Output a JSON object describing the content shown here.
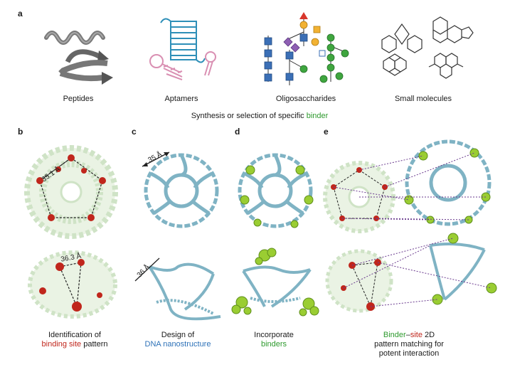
{
  "panels": {
    "a": {
      "letter": "a",
      "items": [
        "Peptides",
        "Aptamers",
        "Oligosaccharides",
        "Small molecules"
      ],
      "caption_prefix": "Synthesis or selection of specific ",
      "caption_highlight": "binder"
    },
    "b": {
      "letter": "b",
      "measure_top": "35.1 Å",
      "measure_bottom": "36.3 Å",
      "caption_line1": "Identification of",
      "caption_line2_highlight": "binding site",
      "caption_line2_rest": " pattern"
    },
    "c": {
      "letter": "c",
      "measure_top": "35 Å",
      "measure_bottom": "36 Å",
      "caption_line1": "Design of",
      "caption_line2_highlight": "DNA nanostructure"
    },
    "d": {
      "letter": "d",
      "caption_line1": "Incorporate",
      "caption_line2_highlight": "binders"
    },
    "e": {
      "letter": "e",
      "caption_binder": "Binder",
      "caption_dash": "–",
      "caption_site": "site",
      "caption_line1_rest": " 2D",
      "caption_line2": "pattern matching for",
      "caption_line3": "potent interaction"
    }
  },
  "colors": {
    "binder_green": "#2e9a2e",
    "site_red": "#c0261c",
    "dna_blue": "#2e72b8",
    "dna_strand": "#7fb3c4",
    "protein_green": "#cfe3c6"
  }
}
